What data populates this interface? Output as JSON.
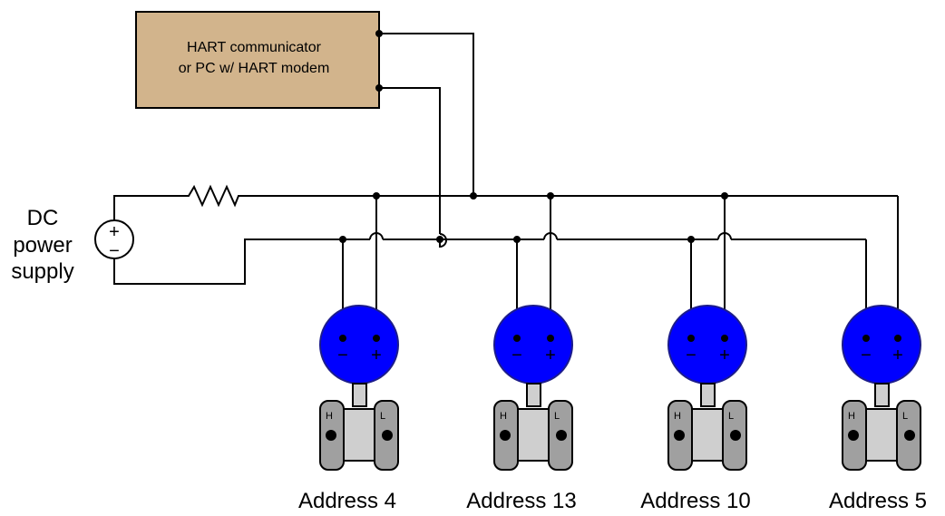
{
  "communicator": {
    "line1": "HART communicator",
    "line2": "or PC w/ HART modem",
    "fill": "#d2b48c"
  },
  "power_supply": {
    "line1": "DC",
    "line2": "power",
    "line3": "supply",
    "plus": "+",
    "minus": "−"
  },
  "transmitters": [
    {
      "address": "Address 4",
      "minus": "−",
      "plus": "+",
      "high": "H",
      "low": "L"
    },
    {
      "address": "Address 13",
      "minus": "−",
      "plus": "+",
      "high": "H",
      "low": "L"
    },
    {
      "address": "Address 10",
      "minus": "−",
      "plus": "+",
      "high": "H",
      "low": "L"
    },
    {
      "address": "Address 5",
      "minus": "−",
      "plus": "+",
      "high": "H",
      "low": "L"
    }
  ],
  "colors": {
    "transmitter_head": "#0000ff",
    "transmitter_head_dark": "#1c1c8c",
    "flange": "#a0a0a0",
    "body": "#cfcfcf"
  }
}
